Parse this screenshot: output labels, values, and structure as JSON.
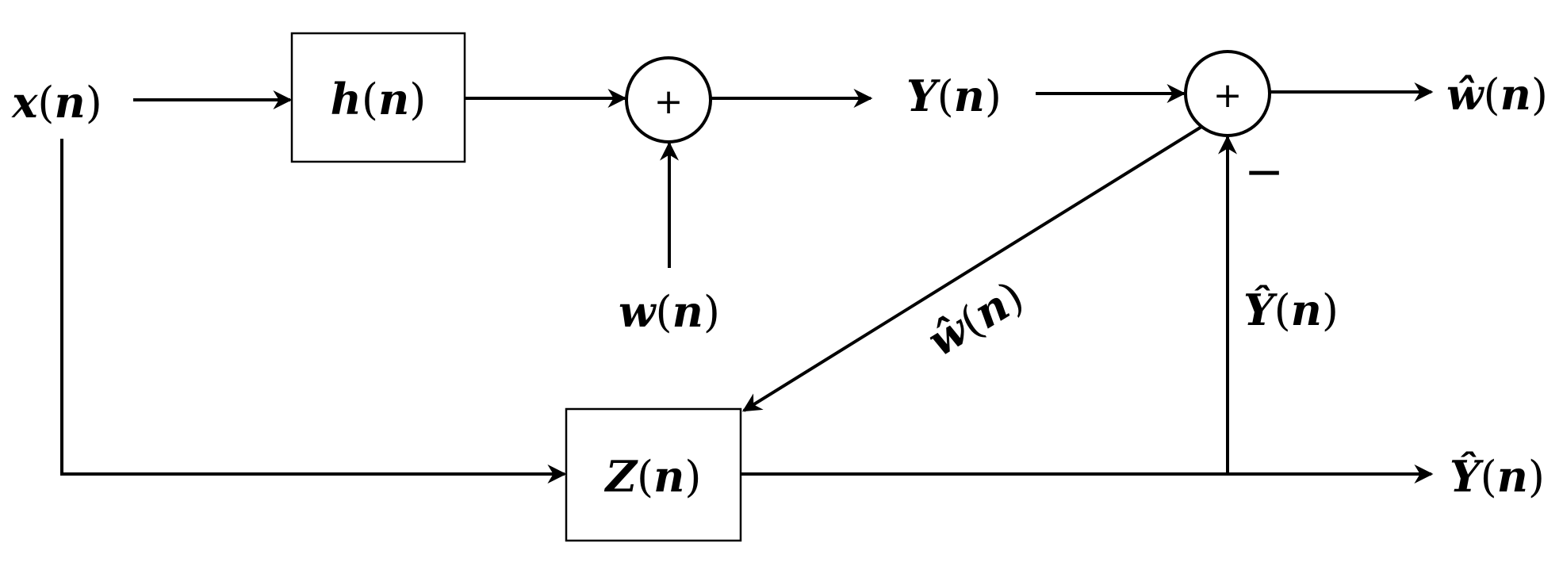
{
  "blocks": {
    "h": {
      "sym": "h",
      "arg": "n"
    },
    "z": {
      "sym": "Z",
      "arg": "n"
    }
  },
  "summers": {
    "first": {
      "sign": "+"
    },
    "second": {
      "sign": "+",
      "minus_sign": "−"
    }
  },
  "signals": {
    "x": {
      "sym": "x",
      "arg": "n"
    },
    "w": {
      "sym": "w",
      "arg": "n"
    },
    "y": {
      "sym": "Y",
      "arg": "n"
    },
    "w_hat_out": {
      "sym": "ŵ",
      "arg": "n"
    },
    "w_hat_feedback": {
      "sym": "ŵ",
      "arg": "n"
    },
    "y_hat_feedback": {
      "sym": "Ŷ",
      "arg": "n"
    },
    "y_hat_out": {
      "sym": "Ŷ",
      "arg": "n"
    }
  }
}
